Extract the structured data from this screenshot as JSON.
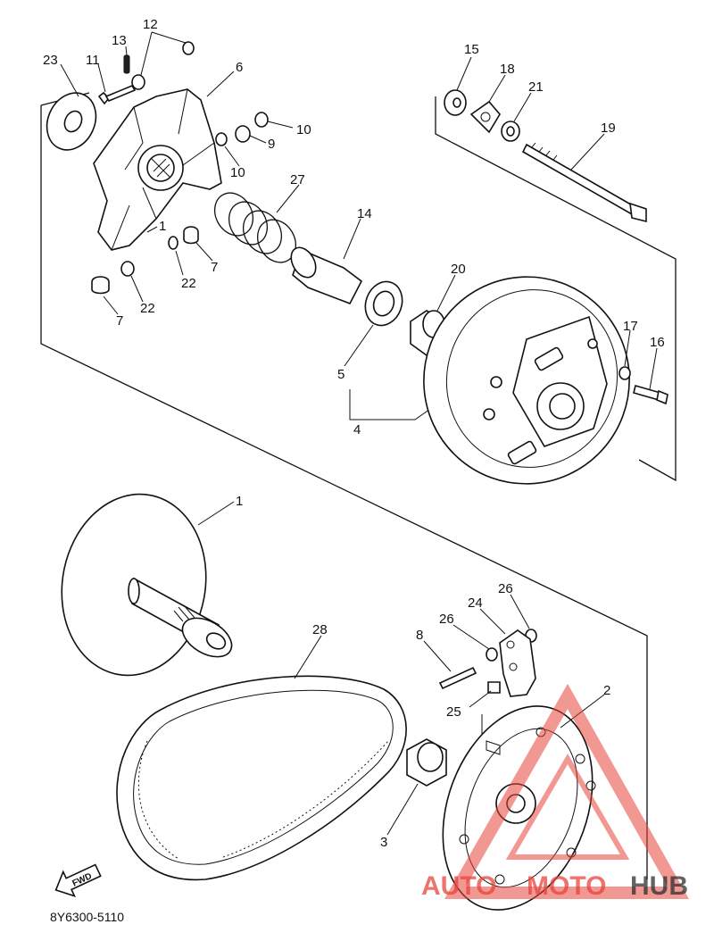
{
  "diagram": {
    "code": "8Y6300-5110",
    "fwd_label": "FWD",
    "watermark": {
      "part1": "AUTO",
      "part2": "MOTO",
      "part3": "HUB",
      "colors": {
        "red": "#e8453c",
        "dark": "#2f2f2f"
      }
    },
    "callouts": {
      "c23": "23",
      "c11": "11",
      "c13": "13",
      "c12": "12",
      "c6": "6",
      "c10a": "10",
      "c9": "9",
      "c10b": "10",
      "c27": "27",
      "c1a": "1",
      "c7a": "7",
      "c22a": "22",
      "c22b": "22",
      "c7b": "7",
      "c14": "14",
      "c20": "20",
      "c5": "5",
      "c4": "4",
      "c15": "15",
      "c18": "18",
      "c21": "21",
      "c19": "19",
      "c17": "17",
      "c16": "16",
      "c1": "1",
      "c28": "28",
      "c8": "8",
      "c26a": "26",
      "c24": "24",
      "c26b": "26",
      "c25": "25",
      "c2": "2",
      "c3": "3"
    }
  }
}
